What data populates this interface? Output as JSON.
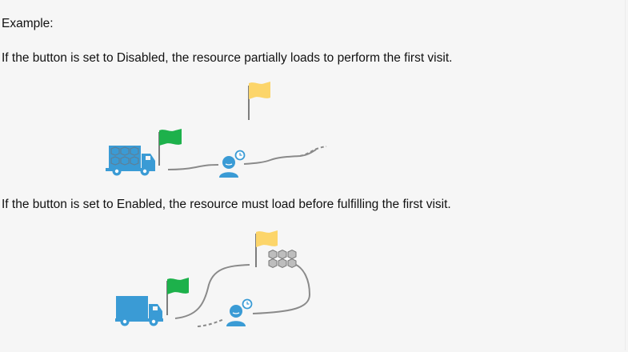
{
  "doc": {
    "heading": "Example:",
    "disabled_text": "If the button is set to Disabled, the resource partially loads to perform the first visit.",
    "enabled_text": "If the button is set to Enabled, the resource must load before fulfilling the first visit."
  },
  "illustrations": [
    {
      "name": "disabled-scenario",
      "elements": [
        "truck-with-packages-icon",
        "green-start-flag-icon",
        "route-path",
        "customer-visit-icon",
        "clock-icon",
        "yellow-depot-flag-icon"
      ]
    },
    {
      "name": "enabled-scenario",
      "elements": [
        "empty-truck-icon",
        "green-start-flag-icon",
        "route-path",
        "yellow-depot-flag-icon",
        "packages-icon",
        "customer-visit-icon",
        "clock-icon"
      ]
    }
  ],
  "colors": {
    "blue": "#3a9bd5",
    "green": "#1db14b",
    "yellow": "#fcd56a",
    "path": "#8a8a8a",
    "package": "#8c8c8c"
  }
}
